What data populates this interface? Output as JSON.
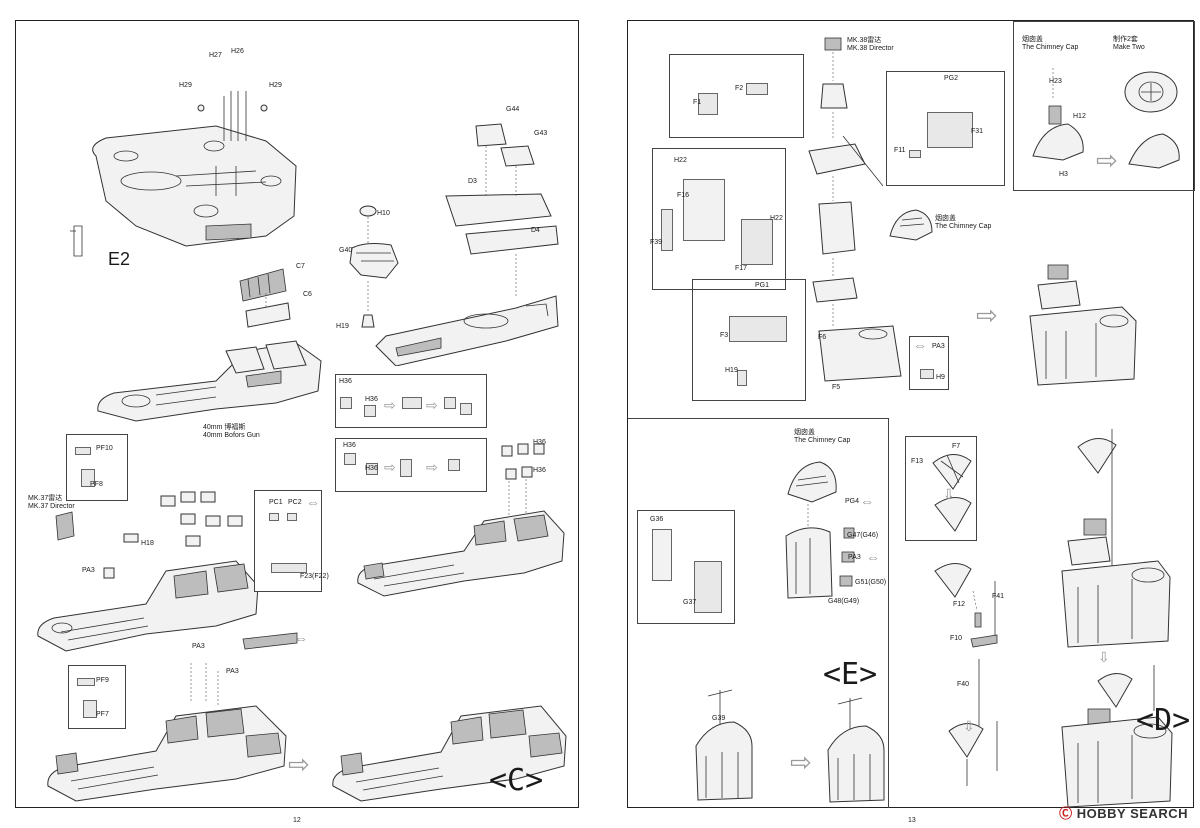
{
  "left_page": {
    "page_number": "12",
    "section_label": "E2",
    "step_label": "<C>",
    "parts": {
      "h27": "H27",
      "h26": "H26",
      "h29a": "H29",
      "h29b": "H29",
      "g44": "G44",
      "g43": "G43",
      "d3": "D3",
      "d4": "D4",
      "h10": "H10",
      "g40": "G40",
      "h19": "H19",
      "c7": "C7",
      "c6": "C6",
      "h36a": "H36",
      "h36b": "H36",
      "h36c": "H36",
      "h36d": "H36",
      "h36e": "H36",
      "h36f": "H36",
      "pf10": "PF10",
      "pf8": "PF8",
      "pf9": "PF9",
      "pf7": "PF7",
      "h18": "H18",
      "pa3a": "PA3",
      "pa3b": "PA3",
      "pa3c": "PA3",
      "pc1": "PC1",
      "pc2": "PC2",
      "f23": "F23(F22)"
    },
    "captions": {
      "bofors_cn": "40mm 博福斯",
      "bofors_en": "40mm Bofors Gun",
      "mk37_cn": "MK.37雷达",
      "mk37_en": "MK.37 Director"
    }
  },
  "right_page": {
    "page_number": "13",
    "step_label_e": "<E>",
    "step_label_d": "<D>",
    "parts": {
      "f1": "F1",
      "f2": "F2",
      "h22a": "H22",
      "h22b": "H22",
      "f16": "F16",
      "f39": "F39",
      "f17": "F17",
      "pg1": "PG1",
      "f3": "F3",
      "h19": "H19",
      "pg2": "PG2",
      "f31": "F31",
      "f11": "F11",
      "f6": "F6",
      "f5": "F5",
      "pa3": "PA3",
      "h9": "H9",
      "h23": "H23",
      "h12": "H12",
      "h3": "H3",
      "f13": "F13",
      "f7": "F7",
      "f12": "F12",
      "f41": "F41",
      "f10": "F10",
      "f40": "F40",
      "g36": "G36",
      "g37": "G37",
      "pg4": "PG4",
      "g47": "G47(G46)",
      "pa3b": "PA3",
      "g51": "G51(G50)",
      "g48": "G48(G49)",
      "g39": "G39"
    },
    "captions": {
      "mk38_cn": "MK.38雷达",
      "mk38_en": "MK.38 Director",
      "chimney_cn_a": "烟囱盖",
      "chimney_en_a": "The Chimney Cap",
      "chimney_cn_b": "烟囱盖",
      "chimney_en_b": "The Chimney Cap",
      "chimney_cn_c": "烟囱盖",
      "chimney_en_c": "The Chimney Cap",
      "make_two_cn": "制作2套",
      "make_two_en": "Make Two"
    }
  },
  "watermark": {
    "brand": "HOBBY",
    "suffix": "SEARCH"
  }
}
